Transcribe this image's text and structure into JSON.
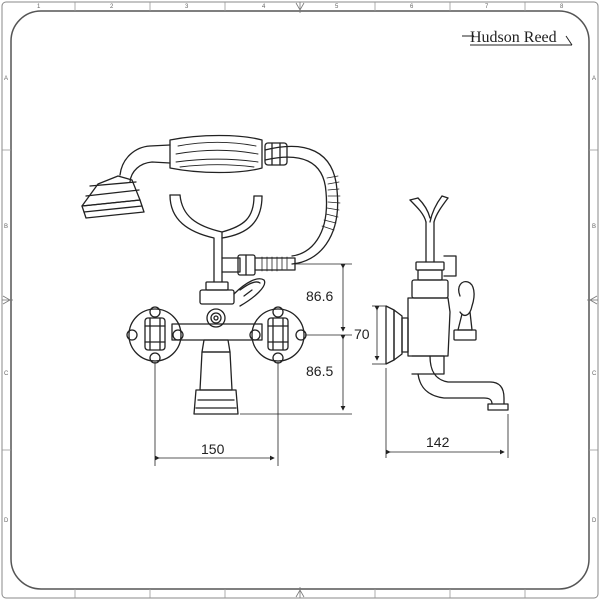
{
  "brand": "Hudson Reed",
  "dimensions": {
    "upper_height": "86.6",
    "lower_height": "86.5",
    "centres": "150",
    "wall_plate": "70",
    "spout_projection": "142"
  },
  "border": {
    "columns": [
      "1",
      "2",
      "3",
      "4",
      "5",
      "6",
      "7",
      "8"
    ],
    "rows": [
      "A",
      "B",
      "C",
      "D"
    ]
  }
}
